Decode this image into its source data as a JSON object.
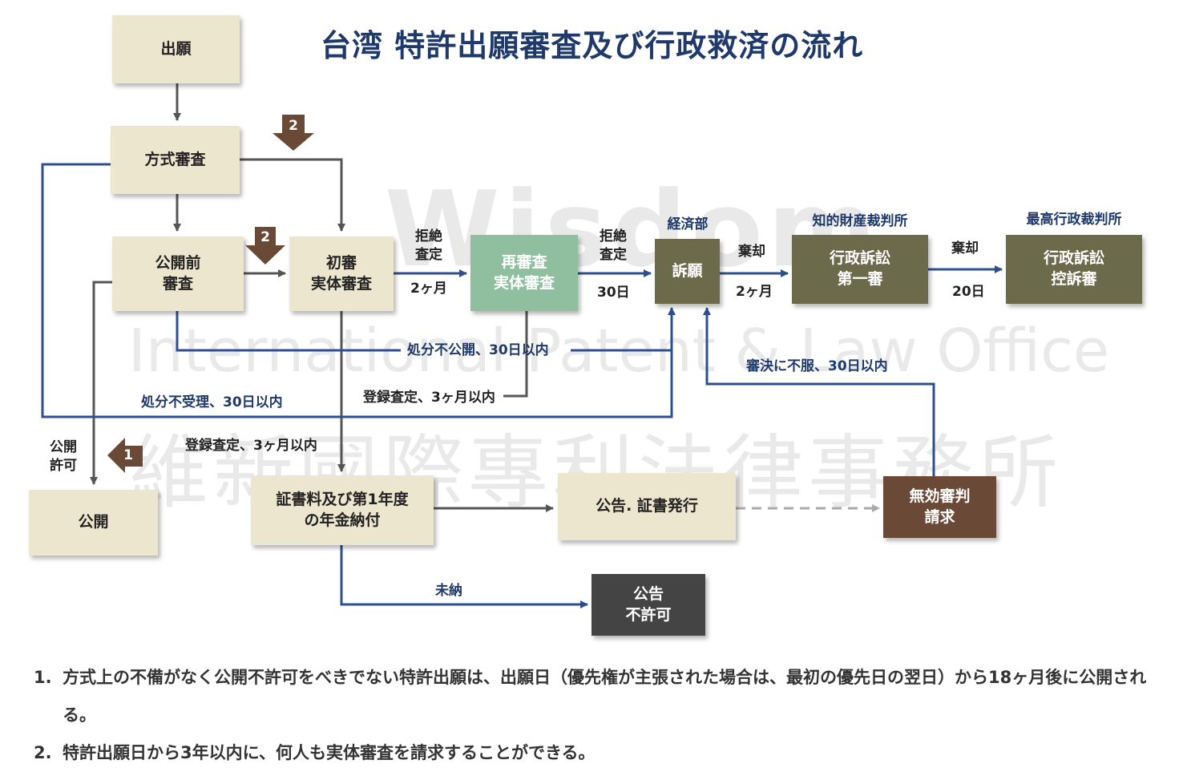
{
  "title": "台湾 特許出願審査及び行政救済の流れ",
  "watermark": {
    "line1": "Wisdom",
    "line2": "International Patent & Law Office",
    "line3": "維新國際專利法律事務所"
  },
  "boxes": {
    "application": "出願",
    "formality": "方式審査",
    "pre_publication": [
      "公開前",
      "審査"
    ],
    "first_substantive": [
      "初審",
      "実体審査"
    ],
    "re_examination": [
      "再審査",
      "実体審査"
    ],
    "appeal": "訴願",
    "admin_first": [
      "行政訴訟",
      "第一審"
    ],
    "admin_appeal": [
      "行政訴訟",
      "控訴審"
    ],
    "publication": "公開",
    "certificate_fee": [
      "証書料及び第1年度",
      "の年金納付"
    ],
    "announcement": "公告. 証書発行",
    "invalidation": [
      "無効審判",
      "請求"
    ],
    "no_announcement": [
      "公告",
      "不許可"
    ]
  },
  "bodies": {
    "moea": "経済部",
    "ip_court": "知的財産裁判所",
    "supreme_admin": "最高行政裁判所"
  },
  "labels": {
    "rejection_1": [
      "拒絶",
      "査定"
    ],
    "months_2_a": "2ヶ月",
    "rejection_2": [
      "拒絶",
      "査定"
    ],
    "days_30_a": "30日",
    "dismissal_1": "棄却",
    "months_2_b": "2ヶ月",
    "dismissal_2": "棄却",
    "days_20": "20日",
    "not_publish": "処分不公開、30日以内",
    "not_accept": "処分不受理、30日以内",
    "registration_1": "登録査定、3ヶ月以内",
    "registration_2": "登録査定、3ヶ月以内",
    "trial_appeal": "審決に不服、30日以内",
    "publish_allowed": [
      "公開",
      "許可"
    ],
    "unpaid": "未納"
  },
  "badges": {
    "badge_a": "2",
    "badge_b": "2",
    "badge_c": "1"
  },
  "notes": [
    {
      "num": "1.",
      "text": "方式上の不備がなく公開不許可をべきでない特許出願は、出願日（優先権が主張された場合は、最初の優先日の翌日）から18ヶ月後に公開される。"
    },
    {
      "num": "2.",
      "text": "特許出願日から3年以内に、何人も実体審査を請求することができる。"
    }
  ],
  "colors": {
    "title": "#1f3a6a",
    "blue_line": "#2e4f8f",
    "gray_line": "#555555",
    "beige": "#ede6cf",
    "green": "#8fbf9f",
    "olive": "#6b6a4a",
    "brown": "#6a4a36",
    "dark": "#444444"
  }
}
